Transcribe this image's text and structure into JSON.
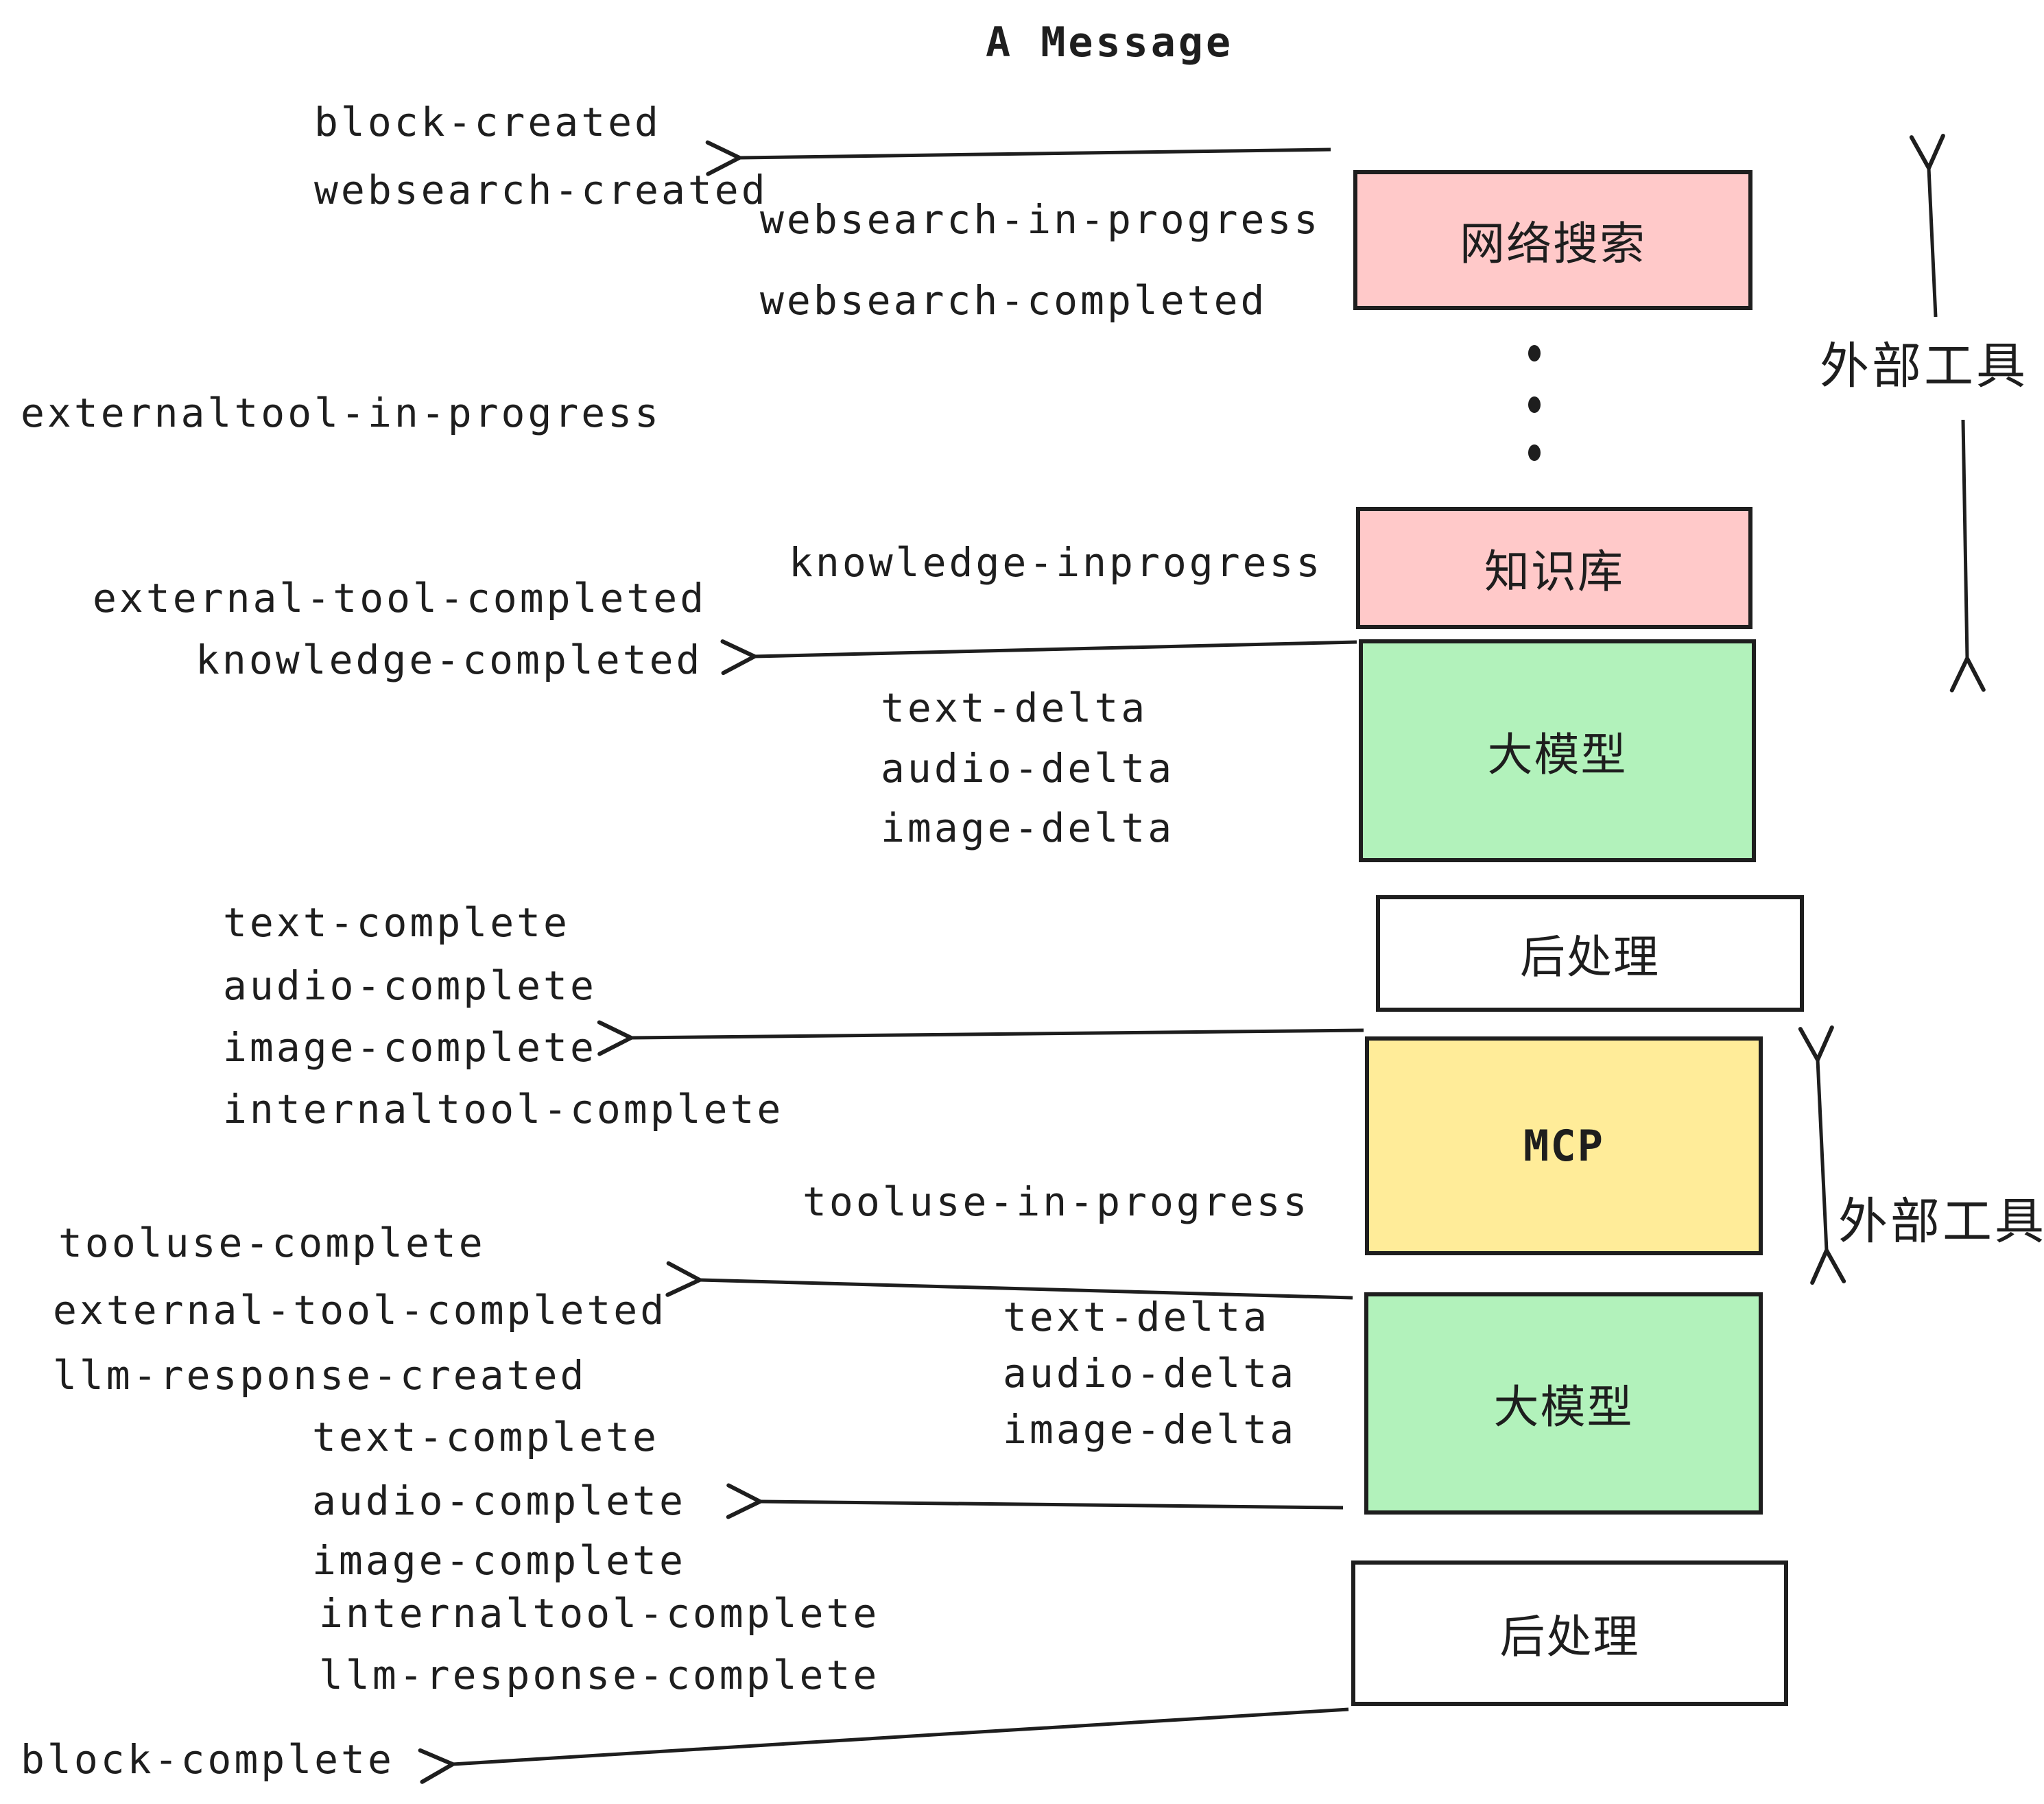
{
  "title": "A Message",
  "colors": {
    "background": "#ffffff",
    "ink": "#1e1e1e",
    "external_tool_box": "#ffc9c9",
    "llm_box": "#b2f2bb",
    "mcp_box": "#ffec99",
    "postprocess_box": "#ffffff"
  },
  "boxes": [
    {
      "label": "网络搜索",
      "role": "web-search",
      "color": "#ffc9c9"
    },
    {
      "label": "知识库",
      "role": "knowledge-base",
      "color": "#ffc9c9"
    },
    {
      "label": "大模型",
      "role": "llm",
      "color": "#b2f2bb"
    },
    {
      "label": "后处理",
      "role": "post-process",
      "color": "#ffffff"
    },
    {
      "label": "MCP",
      "role": "mcp",
      "color": "#ffec99"
    },
    {
      "label": "大模型",
      "role": "llm",
      "color": "#b2f2bb"
    },
    {
      "label": "后处理",
      "role": "post-process",
      "color": "#ffffff"
    }
  ],
  "side_labels": [
    {
      "text": "外部工具"
    },
    {
      "text": "外部工具"
    }
  ],
  "events": [
    {
      "text": "block-created"
    },
    {
      "text": "websearch-created"
    },
    {
      "text": "websearch-in-progress"
    },
    {
      "text": "websearch-completed"
    },
    {
      "text": "externaltool-in-progress"
    },
    {
      "text": "knowledge-inprogress"
    },
    {
      "text": "external-tool-completed"
    },
    {
      "text": "knowledge-completed"
    },
    {
      "text": "text-delta"
    },
    {
      "text": "audio-delta"
    },
    {
      "text": "image-delta"
    },
    {
      "text": "text-complete"
    },
    {
      "text": "audio-complete"
    },
    {
      "text": "image-complete"
    },
    {
      "text": "internaltool-complete"
    },
    {
      "text": "tooluse-in-progress"
    },
    {
      "text": "tooluse-complete"
    },
    {
      "text": "external-tool-completed"
    },
    {
      "text": "llm-response-created"
    },
    {
      "text": "text-complete"
    },
    {
      "text": "audio-complete"
    },
    {
      "text": "image-complete"
    },
    {
      "text": "internaltool-complete"
    },
    {
      "text": "llm-response-complete"
    },
    {
      "text": "block-complete"
    },
    {
      "text": "text-delta"
    },
    {
      "text": "audio-delta"
    },
    {
      "text": "image-delta"
    }
  ]
}
